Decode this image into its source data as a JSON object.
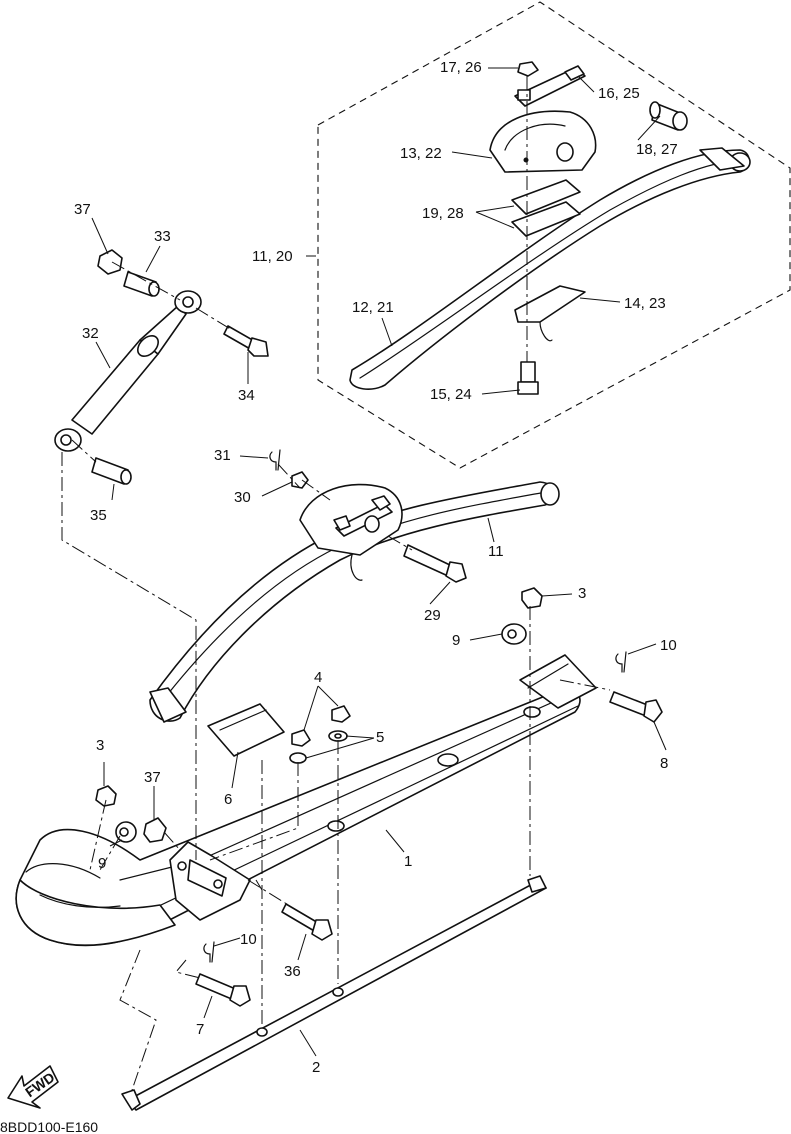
{
  "callouts": {
    "c1": "1",
    "c2": "2",
    "c3a": "3",
    "c3b": "3",
    "c4": "4",
    "c5": "5",
    "c6": "6",
    "c7": "7",
    "c8": "8",
    "c9a": "9",
    "c9b": "9",
    "c10a": "10",
    "c10b": "10",
    "c11": "11",
    "c11_20": "11, 20",
    "c12_21": "12, 21",
    "c13_22": "13, 22",
    "c14_23": "14, 23",
    "c15_24": "15, 24",
    "c16_25": "16, 25",
    "c17_26": "17, 26",
    "c18_27": "18, 27",
    "c19_28": "19, 28",
    "c29": "29",
    "c30": "30",
    "c31": "31",
    "c32": "32",
    "c33": "33",
    "c34": "34",
    "c35": "35",
    "c36": "36",
    "c37a": "37",
    "c37b": "37"
  },
  "fwd_label": "FWD",
  "figure_code": "8BDD100-E160",
  "icons": {
    "direction": "fwd-arrow-icon"
  }
}
